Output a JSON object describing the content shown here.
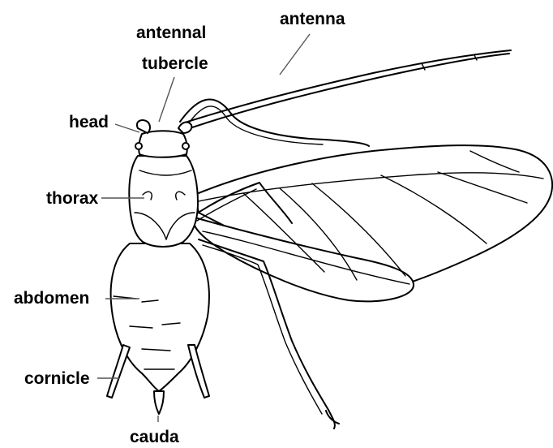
{
  "labels": {
    "antenna": "antenna",
    "antennal_tubercle_line1": "antennal",
    "antennal_tubercle_line2": "tubercle",
    "head": "head",
    "thorax": "thorax",
    "abdomen": "abdomen",
    "cornicle": "cornicle",
    "cauda": "cauda"
  }
}
